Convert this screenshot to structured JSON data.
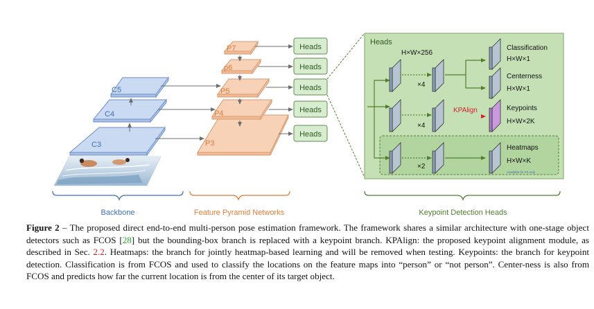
{
  "colors": {
    "backbone_fill": "#c9daf2",
    "backbone_stroke": "#6d8fc4",
    "backbone_text": "#3f6fb5",
    "fpn_fill": "#f8d2b6",
    "fpn_stroke": "#d59a72",
    "fpn_text": "#e07b38",
    "head_fill": "#d8edd0",
    "head_stroke": "#5f8d4e",
    "panel_fill": "#c5e0b5",
    "panel_inner": "#b2d49f",
    "arrow": "#6e6e6e",
    "green_arrow": "#4f7f2e",
    "link_text_green": "#2aa32a",
    "link_text_red": "#d0202a"
  },
  "backbone": {
    "levels": [
      "C5",
      "C4",
      "C3"
    ]
  },
  "fpn": {
    "levels": [
      "P7",
      "p6",
      "P5",
      "P4",
      "P3"
    ]
  },
  "heads_boxes": [
    "Heads",
    "Heads",
    "Heads",
    "Heads",
    "Heads"
  ],
  "detail_panel": {
    "title": "Heads",
    "feature_dims": "H×W×256",
    "mult_x4_a": "×4",
    "mult_x4_b": "×4",
    "mult_x2": "×2",
    "kpalign": "KPAlign",
    "outputs": {
      "classification": {
        "name": "Classification",
        "dims": "H×W×1"
      },
      "centerness": {
        "name": "Centerness",
        "dims": "H×W×1"
      },
      "keypoints": {
        "name": "Keypoints",
        "dims": "H×W×2K"
      },
      "heatmaps": {
        "name": "Heatmaps",
        "dims": "H×W×K"
      }
    },
    "note": "Available for P3 only"
  },
  "section_labels": {
    "backbone": "Backbone",
    "fpn": "Feature Pyramid Networks",
    "heads": "Keypoint Detection Heads"
  },
  "caption": {
    "label": "Figure 2",
    "seg1": " – The proposed direct end-to-end multi-person pose estimation framework. The framework shares a similar architecture with one-stage object detectors such as FCOS [",
    "ref1": "28",
    "seg2": "] but the bounding-box branch is replaced with a keypoint branch. KPAlign: the proposed keypoint alignment module, as described in Sec. ",
    "ref2": "2.2",
    "seg3": ". Heatmaps: the branch for jointly heatmap-based learning and will be removed when testing. Keypoints: the branch for keypoint detection. Classification is from FCOS and used to classify the locations on the feature maps into “person” or “not person”. Center-ness is also from FCOS and predicts how far the current location is from the center of its target object."
  }
}
